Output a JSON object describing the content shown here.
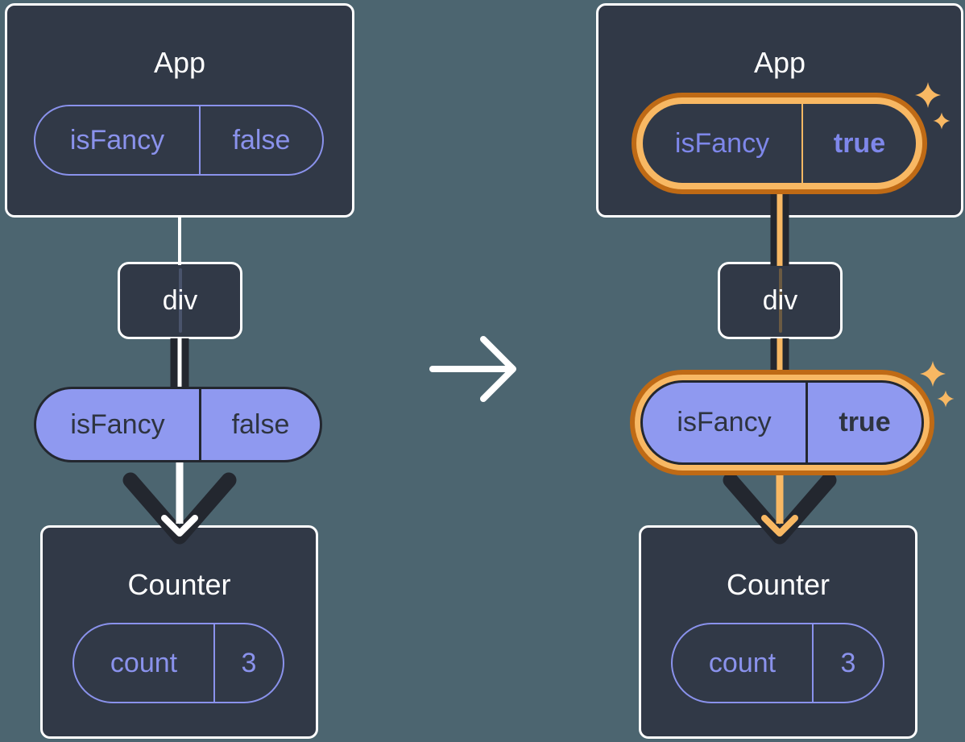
{
  "left_tree": {
    "app": {
      "title": "App",
      "state_pill": {
        "name": "isFancy",
        "value": "false"
      }
    },
    "div_node": {
      "label": "div"
    },
    "prop_pill": {
      "name": "isFancy",
      "value": "false"
    },
    "counter": {
      "title": "Counter",
      "state_pill": {
        "name": "count",
        "value": "3"
      }
    }
  },
  "right_tree": {
    "app": {
      "title": "App",
      "state_pill": {
        "name": "isFancy",
        "value": "true"
      }
    },
    "div_node": {
      "label": "div"
    },
    "prop_pill": {
      "name": "isFancy",
      "value": "true"
    },
    "counter": {
      "title": "Counter",
      "state_pill": {
        "name": "count",
        "value": "3"
      }
    }
  },
  "icons": {
    "transition_arrow": "right-arrow-icon",
    "flow_arrow": "down-chevron-arrow-icon",
    "sparkle": "sparkle-icon"
  },
  "colors": {
    "background": "#4c6570",
    "card": "#313947",
    "card_border": "#ffffff",
    "purple_outline": "#8a92ec",
    "purple_fill": "#8f99f0",
    "dark_ink": "#23272f",
    "highlight_orange": "#f8b863",
    "highlight_orange_dark": "#bf6a15"
  }
}
